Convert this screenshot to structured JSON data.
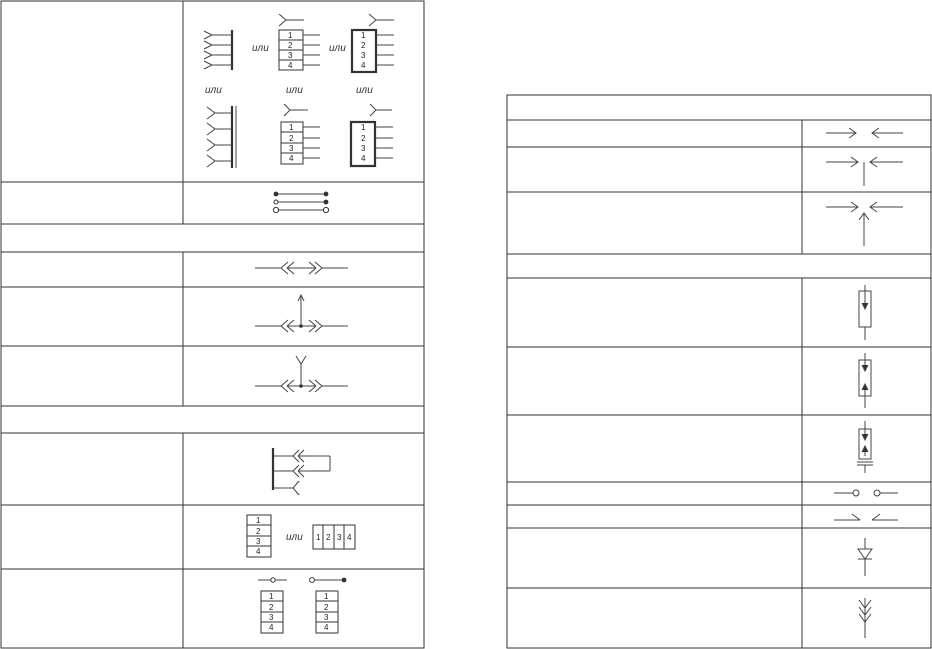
{
  "left_table": {
    "rows": [
      {
        "id": "connector-groups",
        "alt_words": [
          "или",
          "или",
          "или",
          "или",
          "или"
        ]
      },
      {
        "id": "pin-contacts"
      },
      {
        "id": "section-1"
      },
      {
        "id": "two-way"
      },
      {
        "id": "branch-arrow"
      },
      {
        "id": "branch-fork"
      },
      {
        "id": "section-2"
      },
      {
        "id": "loop-connector"
      },
      {
        "id": "block-pinout",
        "alt_words": [
          "или"
        ]
      },
      {
        "id": "switched-blocks"
      }
    ]
  },
  "connector_numbers": [
    "1",
    "2",
    "3",
    "4"
  ],
  "right_table": {
    "rows": [
      {
        "id": "header"
      },
      {
        "id": "opposing-arrows"
      },
      {
        "id": "opposing-arrows-stop"
      },
      {
        "id": "converging-arrows"
      },
      {
        "id": "section"
      },
      {
        "id": "resistor-down"
      },
      {
        "id": "resistor-bidirectional"
      },
      {
        "id": "resistor-capacitor"
      },
      {
        "id": "switch-contacts"
      },
      {
        "id": "slide-contact"
      },
      {
        "id": "diode"
      },
      {
        "id": "feather-arrow"
      }
    ]
  }
}
